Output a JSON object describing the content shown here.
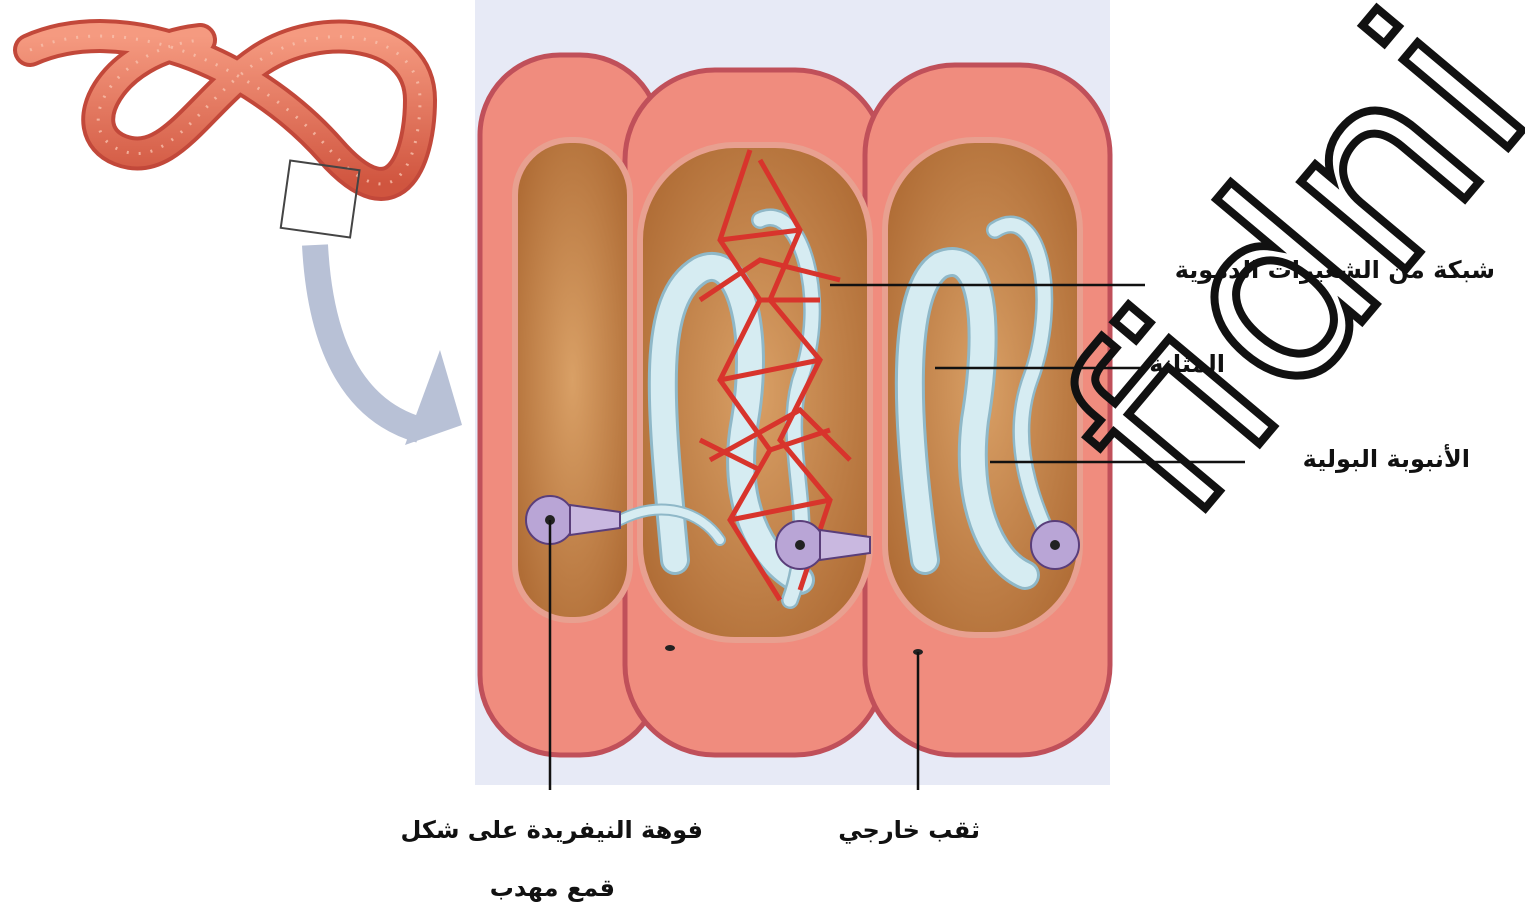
{
  "labels": {
    "capillary_network": "شبكة من الشعيرات الدموية",
    "bladder": "المثانة",
    "urinary_tubule": "الأنبوبة البولية",
    "nephridium_mouth_line1": "فوهة النيفريدة على شكل",
    "nephridium_mouth_line2": "قمع مهدب",
    "external_pore": "ثقب خارجي"
  },
  "watermark": {
    "text": "almanahj.com / (partially visible: fidni.com)"
  },
  "colors": {
    "body_wall": "#f08c7e",
    "coelom": "#c98a4e",
    "tubule": "#d6ecf2",
    "capillary": "#d8342c",
    "worm": "#e8735c",
    "arrow": "#b8c1d6"
  }
}
